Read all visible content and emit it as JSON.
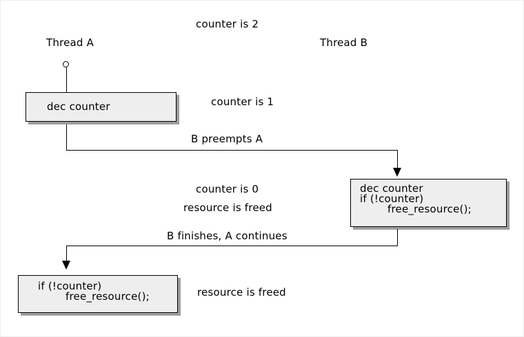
{
  "diagram": {
    "title_note": "counter is 2",
    "threads": {
      "a": "Thread A",
      "b": "Thread B"
    },
    "notes": {
      "counter1": "counter is 1",
      "counter0": "counter is 0",
      "freed_b": "resource is freed",
      "freed_a": "resource is freed"
    },
    "edges": {
      "preempt": "B preempts A",
      "resume": "B finishes, A continues"
    },
    "boxes": {
      "a1": {
        "line1": "dec counter"
      },
      "b1": {
        "line1": "dec counter",
        "line2": "if (!counter)",
        "line3": "free_resource();"
      },
      "a2": {
        "line1": "if (!counter)",
        "line2": "free_resource();"
      }
    },
    "colors": {
      "background": "#ffffff",
      "box_fill": "#eeeeee",
      "box_border": "#000000",
      "box_shadow": "#9e9e9e",
      "line": "#000000",
      "text": "#000000"
    }
  }
}
